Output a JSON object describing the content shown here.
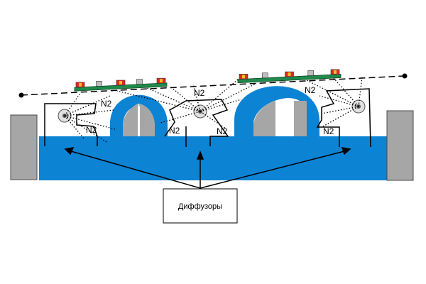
{
  "diagram": {
    "callout_label": "Диффузоры",
    "n2_labels": [
      "N2",
      "N2",
      "N2",
      "N2",
      "N2",
      "N2",
      "N2"
    ],
    "colors": {
      "liquid": "#0d83d4",
      "wall": "#a6a6a6",
      "background": "#ffffff",
      "line": "#000000",
      "board": "#1f8a4c",
      "chip_red": "#e02828",
      "chip_yellow": "#f0c020"
    }
  }
}
